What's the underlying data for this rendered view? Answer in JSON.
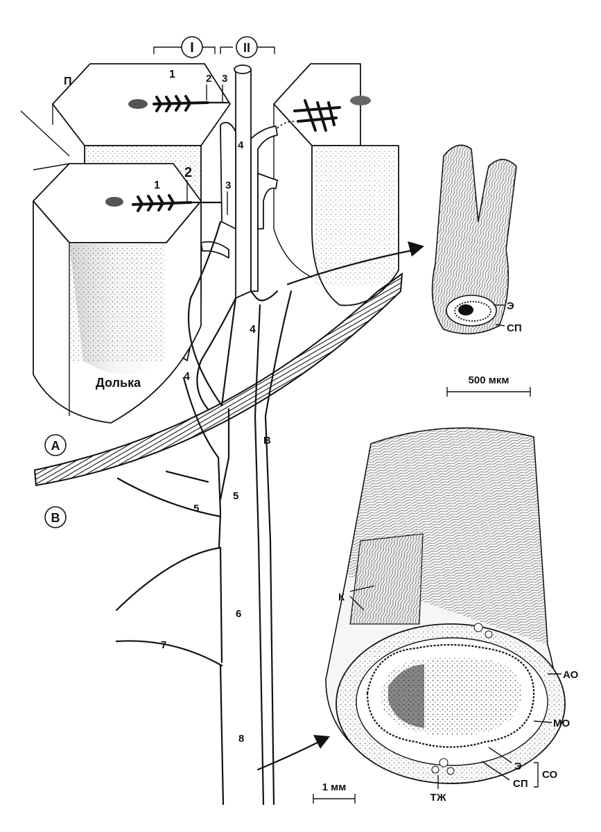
{
  "header_labels": {
    "zone_one": "I",
    "zone_two": "II"
  },
  "lobule_label": "Долька",
  "section_labels": {
    "a": "A",
    "b": "B"
  },
  "prefix_p": "П",
  "branch_point": "В",
  "numbers": [
    "1",
    "2",
    "3",
    "4",
    "5",
    "6",
    "7",
    "8"
  ],
  "small_duct": {
    "layer1": "Э",
    "layer2": "СП",
    "scale": "500 мкм"
  },
  "large_duct": {
    "collagen": "К",
    "adventitia": "АО",
    "muscle": "МО",
    "epithelium": "Э",
    "lamina": "СП",
    "mucosa": "СО",
    "gland": "ТЖ",
    "scale": "1 мм"
  }
}
